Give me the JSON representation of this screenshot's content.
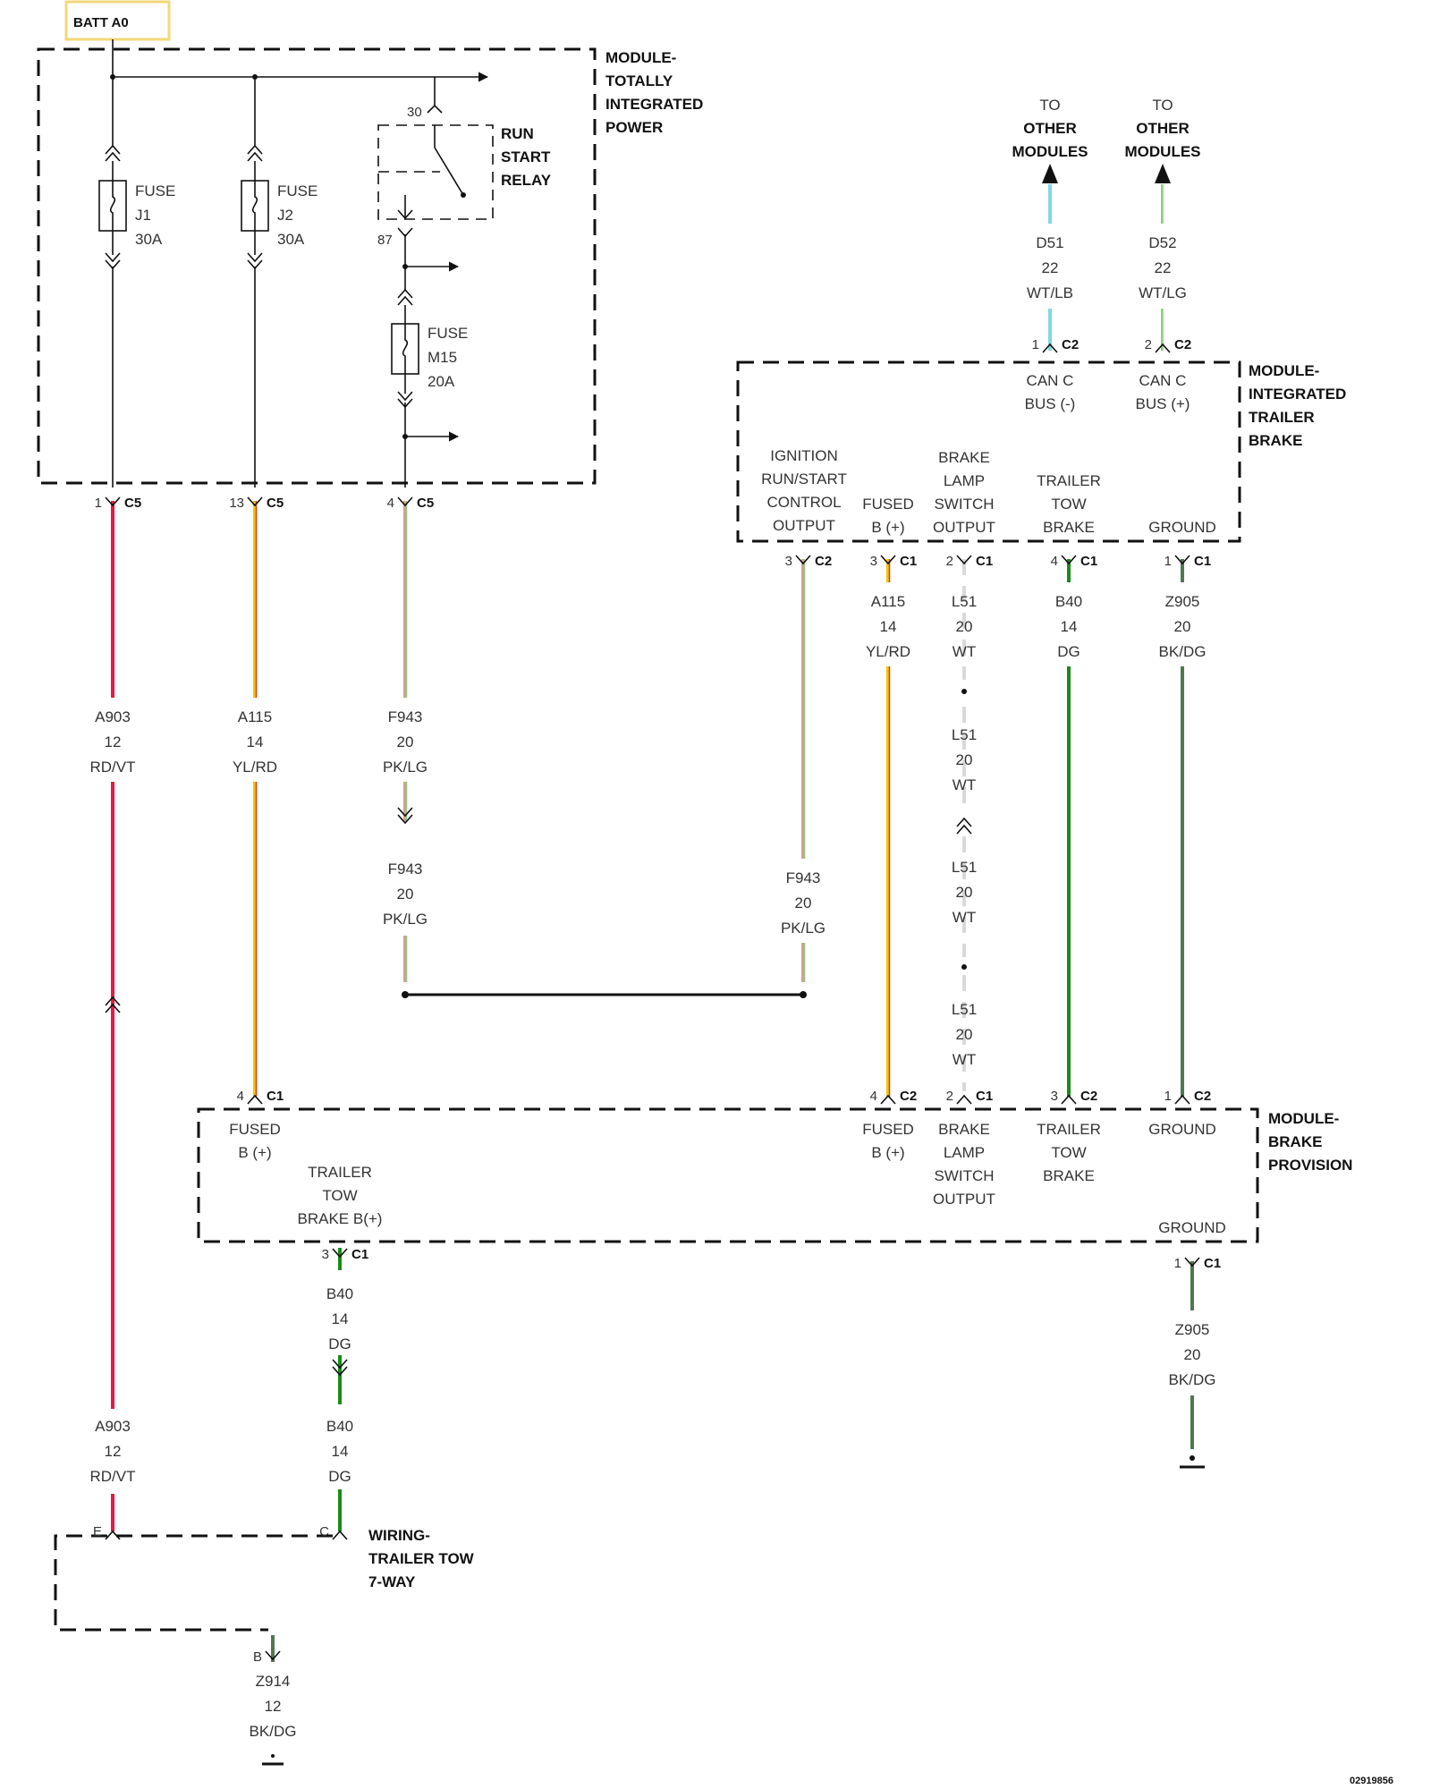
{
  "colors": {
    "RD/VT": "#e8193f",
    "YL/RD": "#f5c400",
    "YL/RD_stripe": "#d04010",
    "PK/LG": "#d8a08a",
    "PK/LG_stripe": "#8cc88c",
    "WT/LB": "#7fd8e0",
    "WT/LG": "#86d47a",
    "WT": "#d9d9d9",
    "DG": "#1a8a1a",
    "BK/DG": "#4d7a4d",
    "battery_box": "#f2d87a"
  },
  "battery": {
    "label": "BATT A0"
  },
  "modules": {
    "tip": {
      "name": [
        "MODULE-",
        "TOTALLY",
        "INTEGRATED",
        "POWER"
      ]
    },
    "itb": {
      "name": [
        "MODULE-",
        "INTEGRATED",
        "TRAILER",
        "BRAKE"
      ]
    },
    "bp": {
      "name": [
        "MODULE-",
        "BRAKE",
        "PROVISION"
      ]
    },
    "trailer": {
      "name": [
        "WIRING-",
        "TRAILER TOW",
        "7-WAY"
      ]
    }
  },
  "relay": {
    "name": [
      "RUN",
      "START",
      "RELAY"
    ],
    "pin_in": "30",
    "pin_out": "87"
  },
  "fuses": [
    {
      "lines": [
        "FUSE",
        "J1",
        "30A"
      ]
    },
    {
      "lines": [
        "FUSE",
        "J2",
        "30A"
      ]
    },
    {
      "lines": [
        "FUSE",
        "M15",
        "20A"
      ]
    }
  ],
  "to_other": [
    {
      "lines": [
        "TO",
        "OTHER",
        "MODULES"
      ]
    },
    {
      "lines": [
        "TO",
        "OTHER",
        "MODULES"
      ]
    }
  ],
  "itb_labels": {
    "can_minus": [
      "CAN C",
      "BUS (-)"
    ],
    "can_plus": [
      "CAN C",
      "BUS (+)"
    ],
    "ignition": [
      "IGNITION",
      "RUN/START",
      "CONTROL",
      "OUTPUT"
    ],
    "fused": [
      "FUSED",
      "B (+)"
    ],
    "brake_lamp": [
      "BRAKE",
      "LAMP",
      "SWITCH",
      "OUTPUT"
    ],
    "trailer_tow": [
      "TRAILER",
      "TOW",
      "BRAKE"
    ],
    "ground": [
      "GROUND"
    ]
  },
  "bp_labels": {
    "fused_left": [
      "FUSED",
      "B (+)"
    ],
    "trailer_tow_b": [
      "TRAILER",
      "TOW",
      "BRAKE B(+)"
    ],
    "fused_right": [
      "FUSED",
      "B (+)"
    ],
    "brake_lamp": [
      "BRAKE",
      "LAMP",
      "SWITCH",
      "OUTPUT"
    ],
    "trailer_tow": [
      "TRAILER",
      "TOW",
      "BRAKE"
    ],
    "ground_top": [
      "GROUND"
    ],
    "ground_bottom": [
      "GROUND"
    ]
  },
  "connectors": {
    "tip_c5_1": {
      "pin": "1",
      "conn": "C5"
    },
    "tip_c5_13": {
      "pin": "13",
      "conn": "C5"
    },
    "tip_c5_4": {
      "pin": "4",
      "conn": "C5"
    },
    "itb_c2_1": {
      "pin": "1",
      "conn": "C2"
    },
    "itb_c2_2": {
      "pin": "2",
      "conn": "C2"
    },
    "itb_c2_3": {
      "pin": "3",
      "conn": "C2"
    },
    "itb_c1_3": {
      "pin": "3",
      "conn": "C1"
    },
    "itb_c1_2": {
      "pin": "2",
      "conn": "C1"
    },
    "itb_c1_4": {
      "pin": "4",
      "conn": "C1"
    },
    "itb_c1_1": {
      "pin": "1",
      "conn": "C1"
    },
    "bp_c1_4": {
      "pin": "4",
      "conn": "C1"
    },
    "bp_c2_4": {
      "pin": "4",
      "conn": "C2"
    },
    "bp_c1_2": {
      "pin": "2",
      "conn": "C1"
    },
    "bp_c2_3": {
      "pin": "3",
      "conn": "C2"
    },
    "bp_c2_1": {
      "pin": "1",
      "conn": "C2"
    },
    "bp_c1_3": {
      "pin": "3",
      "conn": "C1"
    },
    "bp_c1_1": {
      "pin": "1",
      "conn": "C1"
    },
    "tt_e": {
      "pin": "E"
    },
    "tt_c": {
      "pin": "C"
    },
    "tt_b": {
      "pin": "B"
    }
  },
  "wires": {
    "d51": [
      "D51",
      "22",
      "WT/LB"
    ],
    "d52": [
      "D52",
      "22",
      "WT/LG"
    ],
    "a903_top": [
      "A903",
      "12",
      "RD/VT"
    ],
    "a903_bot": [
      "A903",
      "12",
      "RD/VT"
    ],
    "a115_tip": [
      "A115",
      "14",
      "YL/RD"
    ],
    "f943_top": [
      "F943",
      "20",
      "PK/LG"
    ],
    "f943_mid": [
      "F943",
      "20",
      "PK/LG"
    ],
    "f943_itb": [
      "F943",
      "20",
      "PK/LG"
    ],
    "a115_itb": [
      "A115",
      "14",
      "YL/RD"
    ],
    "l51_1": [
      "L51",
      "20",
      "WT"
    ],
    "l51_2": [
      "L51",
      "20",
      "WT"
    ],
    "l51_3": [
      "L51",
      "20",
      "WT"
    ],
    "l51_4": [
      "L51",
      "20",
      "WT"
    ],
    "b40_itb": [
      "B40",
      "14",
      "DG"
    ],
    "z905_itb": [
      "Z905",
      "20",
      "BK/DG"
    ],
    "b40_bp": [
      "B40",
      "14",
      "DG"
    ],
    "b40_tt": [
      "B40",
      "14",
      "DG"
    ],
    "z905_bp": [
      "Z905",
      "20",
      "BK/DG"
    ],
    "z914": [
      "Z914",
      "12",
      "BK/DG"
    ]
  },
  "footer": {
    "code": "02919856"
  }
}
